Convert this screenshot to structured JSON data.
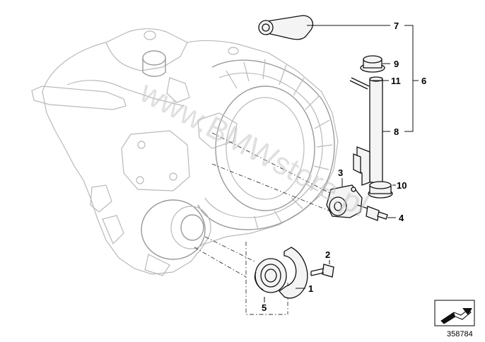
{
  "callouts": [
    {
      "id": "c1",
      "text": "1"
    },
    {
      "id": "c2",
      "text": "2"
    },
    {
      "id": "c3",
      "text": "3"
    },
    {
      "id": "c4",
      "text": "4"
    },
    {
      "id": "c5",
      "text": "5"
    },
    {
      "id": "c6",
      "text": "6"
    },
    {
      "id": "c7",
      "text": "7"
    },
    {
      "id": "c8",
      "text": "8"
    },
    {
      "id": "c9",
      "text": "9"
    },
    {
      "id": "c10",
      "text": "10"
    },
    {
      "id": "c11",
      "text": "11"
    }
  ],
  "watermark": "www.BMWstore.pl",
  "diagram_number": "358784",
  "icons": {
    "direction": "arrow-direction-icon"
  }
}
